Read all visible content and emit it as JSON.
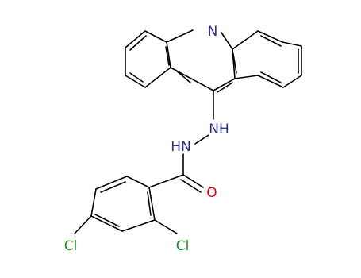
{
  "molecule": {
    "atoms": {
      "ring_n": {
        "text": "N",
        "color": "#2e2e8c"
      },
      "nh_upper": {
        "text": "NH",
        "color": "#2e2e8c"
      },
      "hn_lower": {
        "text": "HN",
        "color": "#2e2e8c"
      },
      "carbonyl_o": {
        "text": "O",
        "color": "#e0001a"
      },
      "cl_left": {
        "text": "Cl",
        "color": "#1f8a1f"
      },
      "cl_right": {
        "text": "Cl",
        "color": "#1f8a1f"
      }
    },
    "bond_color": "#000000"
  }
}
